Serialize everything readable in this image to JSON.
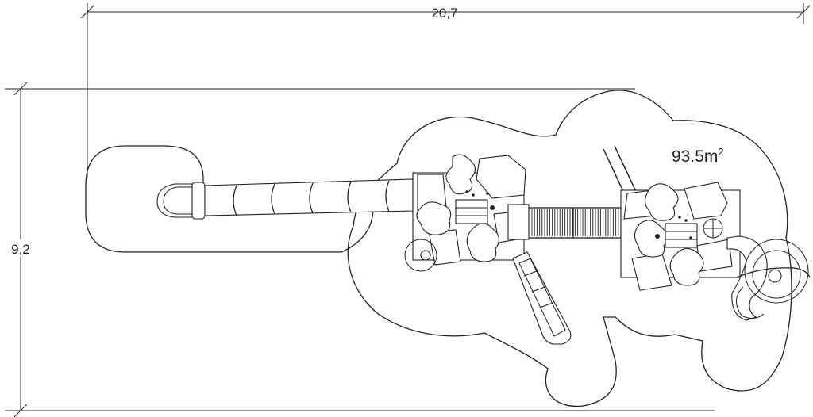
{
  "dimensions": {
    "width_label": "20,7",
    "height_label": "9,2"
  },
  "area": {
    "value": "93.5m",
    "superscript": "2"
  }
}
